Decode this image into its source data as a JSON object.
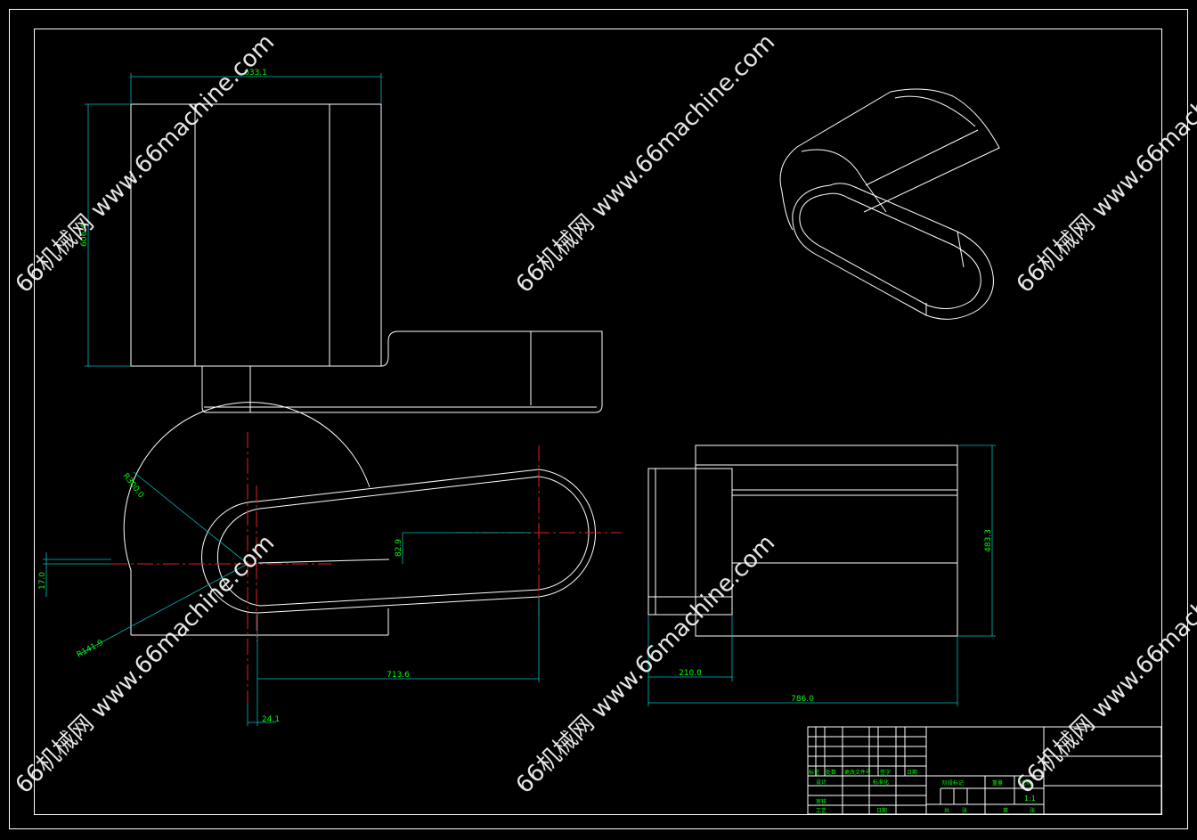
{
  "dimensions": {
    "top_width": "633.1",
    "top_height": "606.4",
    "radius_large": "R300.0",
    "radius_small": "R141.9",
    "offset_vertical": "82.9",
    "offset_left": "17.0",
    "center_distance": "713.6",
    "bottom_offset": "24.1",
    "side_height": "483.3",
    "side_width_small": "210.0",
    "side_width_total": "786.0"
  },
  "title_block": {
    "labels": [
      "标记",
      "处数",
      "更改文件号",
      "签字",
      "日期",
      "设计",
      "标准化",
      "审核",
      "工艺",
      "日期",
      "阶段标记",
      "重量",
      "比例",
      "共",
      "张",
      "第",
      "张"
    ],
    "scale_value": "1:1"
  },
  "watermark": "66机械网 www.66machine.com",
  "colors": {
    "background": "#000000",
    "outline": "#ffffff",
    "dimension": "#00c0c0",
    "dimension_text": "#00ff00",
    "centerline": "#e02020"
  }
}
